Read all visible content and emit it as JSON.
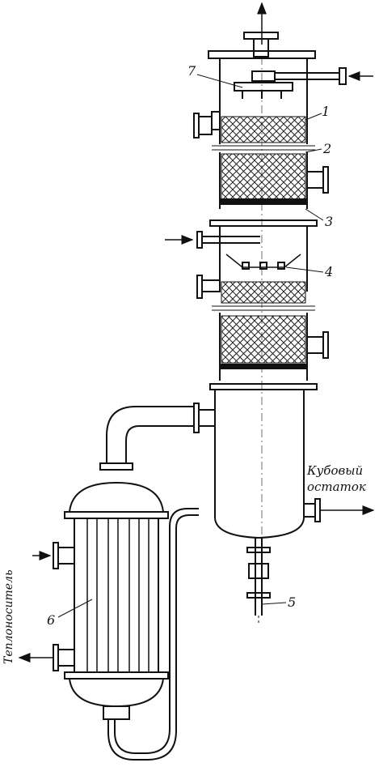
{
  "labels": {
    "n1": "1",
    "n2": "2",
    "n3": "3",
    "n4": "4",
    "n5": "5",
    "n6": "6",
    "n7": "7",
    "residue_line1": "Кубовый",
    "residue_line2": "остаток",
    "heat_carrier": "Теплоноситель"
  },
  "colors": {
    "ink": "#111111",
    "hatch": "#222222",
    "background": "#ffffff"
  }
}
